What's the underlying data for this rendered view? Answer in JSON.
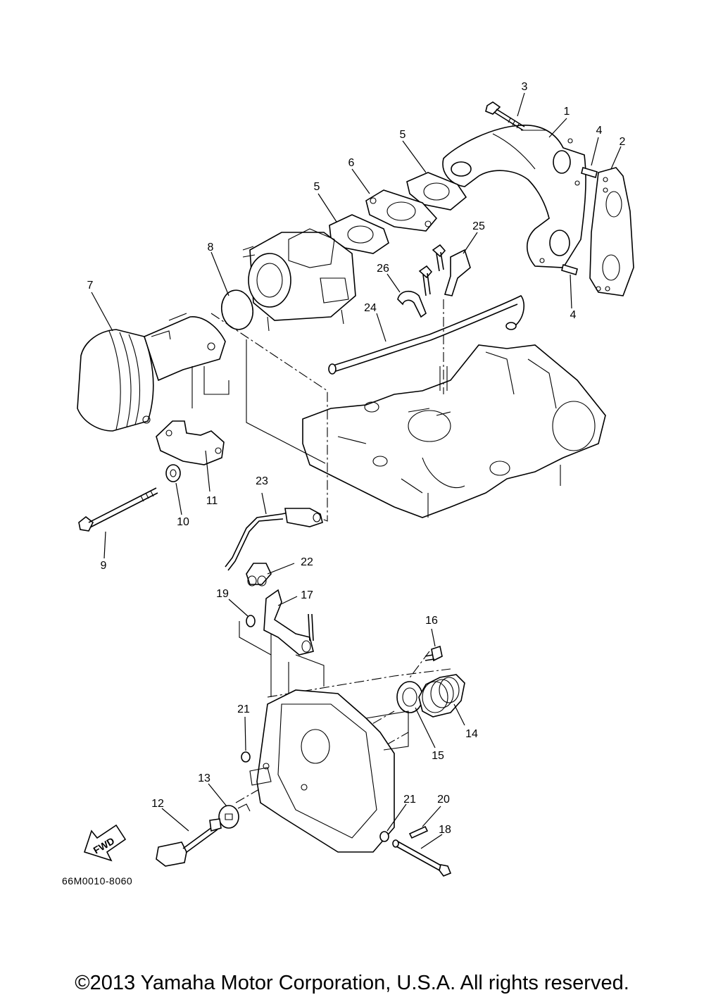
{
  "diagram": {
    "drawing_number": "66M0010-8060",
    "fwd_label": "FWD",
    "callouts": {
      "c1": "1",
      "c2": "2",
      "c3": "3",
      "c4a": "4",
      "c4b": "4",
      "c5a": "5",
      "c5b": "5",
      "c6": "6",
      "c7": "7",
      "c8": "8",
      "c9": "9",
      "c10": "10",
      "c11": "11",
      "c12": "12",
      "c13": "13",
      "c14": "14",
      "c15": "15",
      "c16": "16",
      "c17": "17",
      "c18": "18",
      "c19": "19",
      "c20": "20",
      "c21a": "21",
      "c21b": "21",
      "c22": "22",
      "c23": "23",
      "c24": "24",
      "c25": "25",
      "c26": "26"
    }
  },
  "footer": {
    "copyright": "©2013 Yamaha Motor Corporation, U.S.A. All rights reserved."
  }
}
